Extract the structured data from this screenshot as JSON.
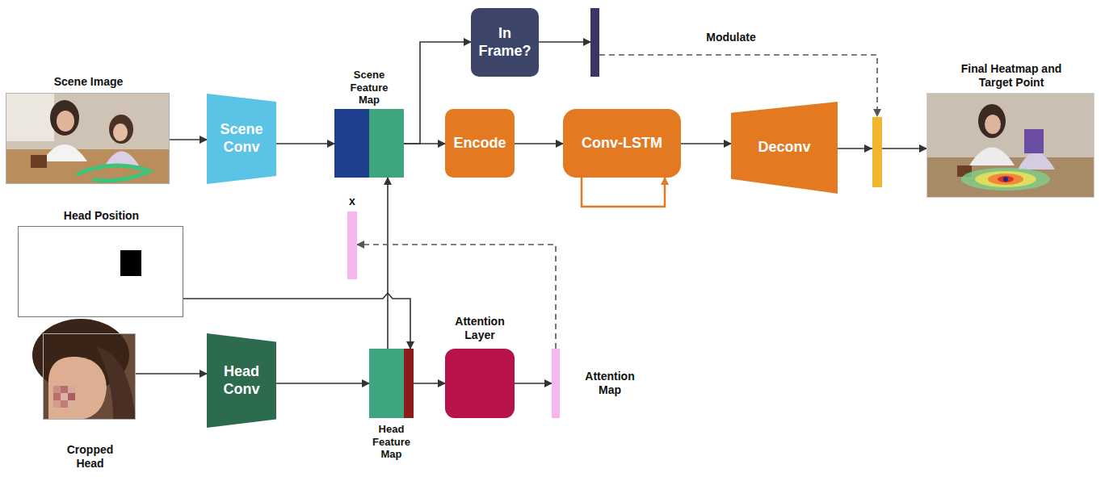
{
  "diagram": {
    "nodes": [
      {
        "text": [
          "Scene Image"
        ]
      },
      {
        "text": [
          "Scene Conv"
        ]
      },
      {
        "text": [
          "Scene Feature Map"
        ]
      },
      {
        "text": [
          "In Frame?"
        ]
      },
      {
        "text": [
          "Encode"
        ]
      },
      {
        "text": [
          "Conv-LSTM"
        ]
      },
      {
        "text": [
          "Deconv"
        ]
      },
      {
        "text": [
          "Final Heatmap and Target Point"
        ]
      },
      {
        "text": [
          "x"
        ]
      },
      {
        "text": [
          "Head Position"
        ]
      },
      {
        "text": [
          "Cropped Head"
        ]
      },
      {
        "text": [
          "Head Conv"
        ]
      },
      {
        "text": [
          "Head Feature Map"
        ]
      },
      {
        "text": [
          "Attention Layer"
        ]
      },
      {
        "text": [
          "Attention Map"
        ]
      }
    ],
    "edges": [
      {
        "from": 0,
        "to": 1,
        "arrow": "to"
      },
      {
        "from": 1,
        "to": 2,
        "arrow": "to"
      },
      {
        "from": 2,
        "to": 3,
        "arrow": "to"
      },
      {
        "from": 2,
        "to": 4,
        "arrow": "to"
      },
      {
        "from": 4,
        "to": 5,
        "arrow": "to"
      },
      {
        "from": 5,
        "to": 5,
        "arrow": "to"
      },
      {
        "from": 5,
        "to": 6,
        "arrow": "to"
      },
      {
        "from": 6,
        "to": 7,
        "arrow": "to"
      },
      {
        "from": 3,
        "to": 7,
        "arrow": "to",
        "label": "Modulate"
      },
      {
        "from": 9,
        "to": 12,
        "arrow": "to"
      },
      {
        "from": 12,
        "to": 2,
        "arrow": "to"
      },
      {
        "from": 10,
        "to": 11,
        "arrow": "to"
      },
      {
        "from": 11,
        "to": 12,
        "arrow": "to"
      },
      {
        "from": 12,
        "to": 13,
        "arrow": "to"
      },
      {
        "from": 13,
        "to": 14,
        "arrow": "to"
      },
      {
        "from": 14,
        "to": 8,
        "arrow": "to"
      }
    ]
  }
}
